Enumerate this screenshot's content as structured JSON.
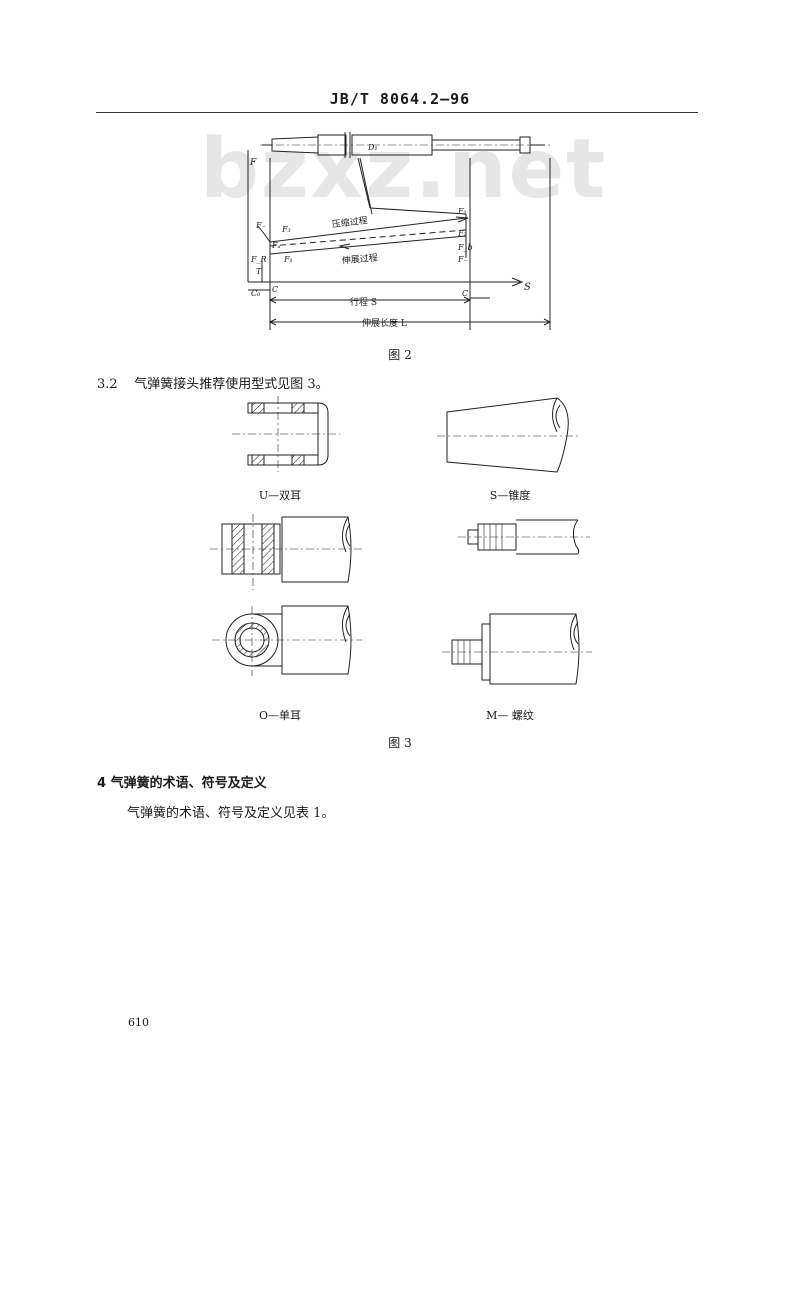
{
  "header": {
    "standard_code": "JB/T 8064.2—96"
  },
  "watermark": "bzxz.net",
  "figure2": {
    "title": "图 2",
    "force_axis": "F",
    "stroke_axis": "S",
    "label_F1_top": "F₁",
    "label_Fr": "F₋",
    "label_F3": "F₃",
    "label_Fa": "Fₐ",
    "label_F2": "F₂",
    "label_Fb": "F_b",
    "label_F1": "F₁",
    "label_FR": "F_R",
    "label_F1_bottom": "F₋",
    "label_T": "T",
    "label_C0": "C₀",
    "label_C_left": "C",
    "label_C_right": "C",
    "label_D": "D₁",
    "compression": "压缩过程",
    "extension": "伸展过程",
    "stroke": "行程 S",
    "length": "伸展长度 L"
  },
  "section_3_2": {
    "number": "3.2",
    "text": "气弹簧接头推荐使用型式见图 3。"
  },
  "figure3": {
    "title": "图 3",
    "caption_u": "U—双耳",
    "caption_s": "S—锥度",
    "caption_o": "O—单耳",
    "caption_m": "M— 螺纹"
  },
  "section_4": {
    "heading": "4  气弹簧的术语、符号及定义",
    "text": "气弹簧的术语、符号及定义见表 1。"
  },
  "page_number": "610"
}
